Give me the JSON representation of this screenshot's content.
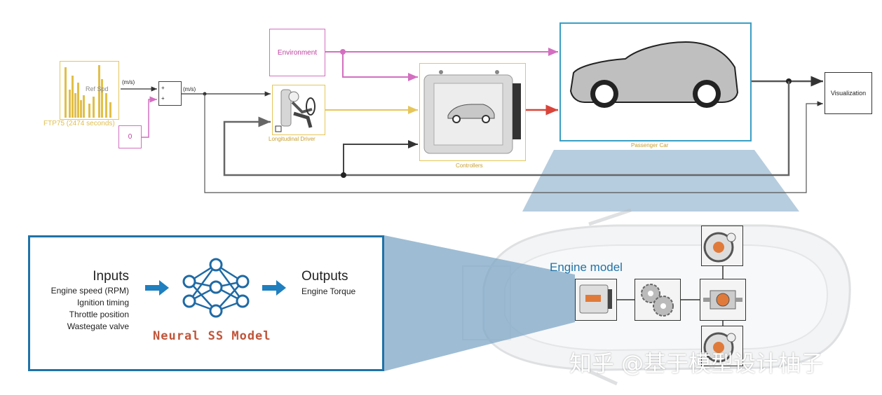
{
  "simulink": {
    "environment_label": "Environment",
    "drive_cycle_label": "Ref Spd",
    "drive_cycle_caption": "FTP75 (2474 seconds)",
    "constant_value": "0",
    "signal_unit_1": "(m/s)",
    "signal_unit_2": "(m/s)",
    "sum_sign_plus": "+",
    "driver_caption": "Longitudinal Driver",
    "controllers_caption": "Controllers",
    "passenger_car_caption": "Passenger Car",
    "visualization_label": "Visualization"
  },
  "neural_model": {
    "inputs_title": "Inputs",
    "inputs": [
      "Engine speed (RPM)",
      "Ignition timing",
      "Throttle position",
      "Wastegate valve"
    ],
    "outputs_title": "Outputs",
    "outputs": [
      "Engine Torque"
    ],
    "model_label": "Neural SS Model"
  },
  "vehicle": {
    "engine_model_label": "Engine model"
  },
  "watermark": "知乎 @基于模型设计柚子",
  "colors": {
    "accent_blue": "#1f73a8",
    "magenta": "#d36fc0",
    "yellow": "#e6c65a",
    "red_signal": "#d9443a",
    "model_label_color": "#c0553a"
  }
}
